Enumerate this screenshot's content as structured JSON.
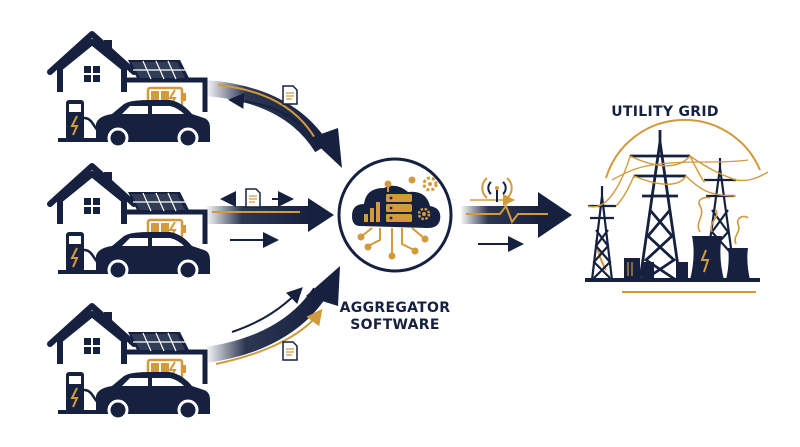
{
  "labels": {
    "aggregator_line1": "AGGREGATOR",
    "aggregator_line2": "SOFTWARE",
    "utility_grid": "UTILITY GRID"
  },
  "colors": {
    "navy": "#15213f",
    "gold": "#d39a3c",
    "background": "#ffffff"
  },
  "icons": {
    "house": "house-icon",
    "solar_panel": "solar-panel-icon",
    "battery": "battery-icon",
    "charger": "ev-charger-icon",
    "car": "electric-car-icon",
    "document": "document-icon",
    "cloud": "cloud-server-icon",
    "signal": "wireless-signal-icon",
    "tower": "transmission-tower-icon",
    "cooling_tower": "cooling-tower-icon"
  }
}
